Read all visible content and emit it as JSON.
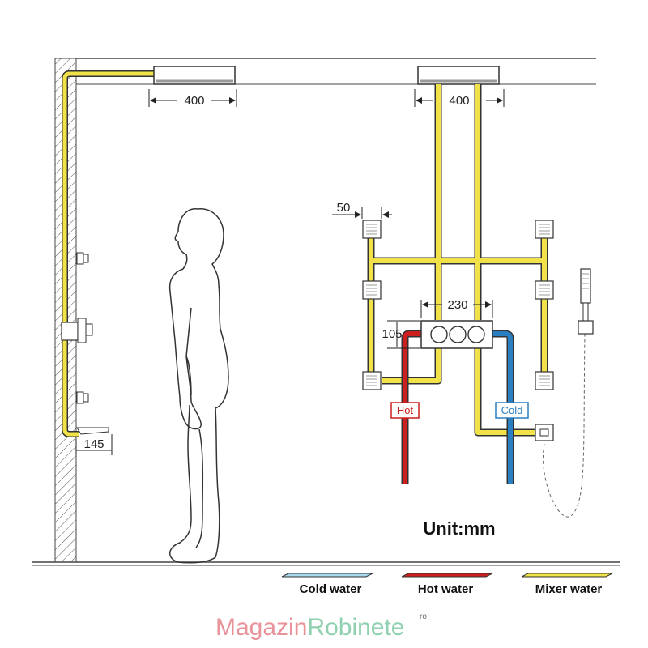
{
  "dimensions": {
    "left_ceiling_width": "400",
    "right_ceiling_width": "400",
    "jet_size": "50",
    "valve_width": "230",
    "valve_height": "105",
    "wall_spout_offset": "145"
  },
  "labels": {
    "hot": "Hot",
    "cold": "Cold",
    "unit": "Unit:mm"
  },
  "legend": [
    {
      "label": "Cold water",
      "color": "#a8d8f0"
    },
    {
      "label": "Hot water",
      "color": "#cc1f1f"
    },
    {
      "label": "Mixer water",
      "color": "#f2e24a"
    }
  ],
  "watermark": {
    "part1": "Magazin",
    "part2": "Robinete",
    "suffix": "ro",
    "color1": "#e8939a",
    "color2": "#8fd0b0"
  },
  "colors": {
    "mixer": "#f2e24a",
    "hot": "#cc1f1f",
    "cold": "#2a7fc0",
    "outline": "#333333"
  }
}
